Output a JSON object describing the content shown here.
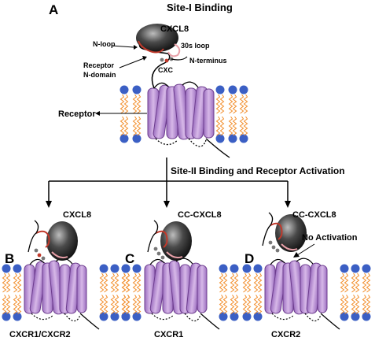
{
  "panels": {
    "A": {
      "letter": "A",
      "title": "Site-I Binding",
      "ligand": "CXCL8",
      "labels": {
        "n_loop": "N-loop",
        "loop_30s": "30s loop",
        "n_terminus": "N-terminus",
        "cxc": "CXC",
        "receptor_n_domain_line1": "Receptor",
        "receptor_n_domain_line2": "N-domain",
        "receptor": "Receptor"
      }
    },
    "transition": "Site-II Binding and Receptor Activation",
    "B": {
      "letter": "B",
      "ligand": "CXCL8",
      "receptor": "CXCR1/CXCR2"
    },
    "C": {
      "letter": "C",
      "ligand": "CC-CXCL8",
      "receptor": "CXCR1"
    },
    "D": {
      "letter": "D",
      "ligand": "CC-CXCL8",
      "receptor": "CXCR2",
      "note": "No Activation"
    }
  },
  "colors": {
    "helix": "#b98ad1",
    "helix_dark": "#8a4fab",
    "lipid_head": "#3b5fc4",
    "lipid_tail": "#f28c28",
    "ligand": "#1a1a1a",
    "n_loop": "#c0392b",
    "loop_30s": "#e8a0a8",
    "cxc_residue": "#c0392b"
  }
}
